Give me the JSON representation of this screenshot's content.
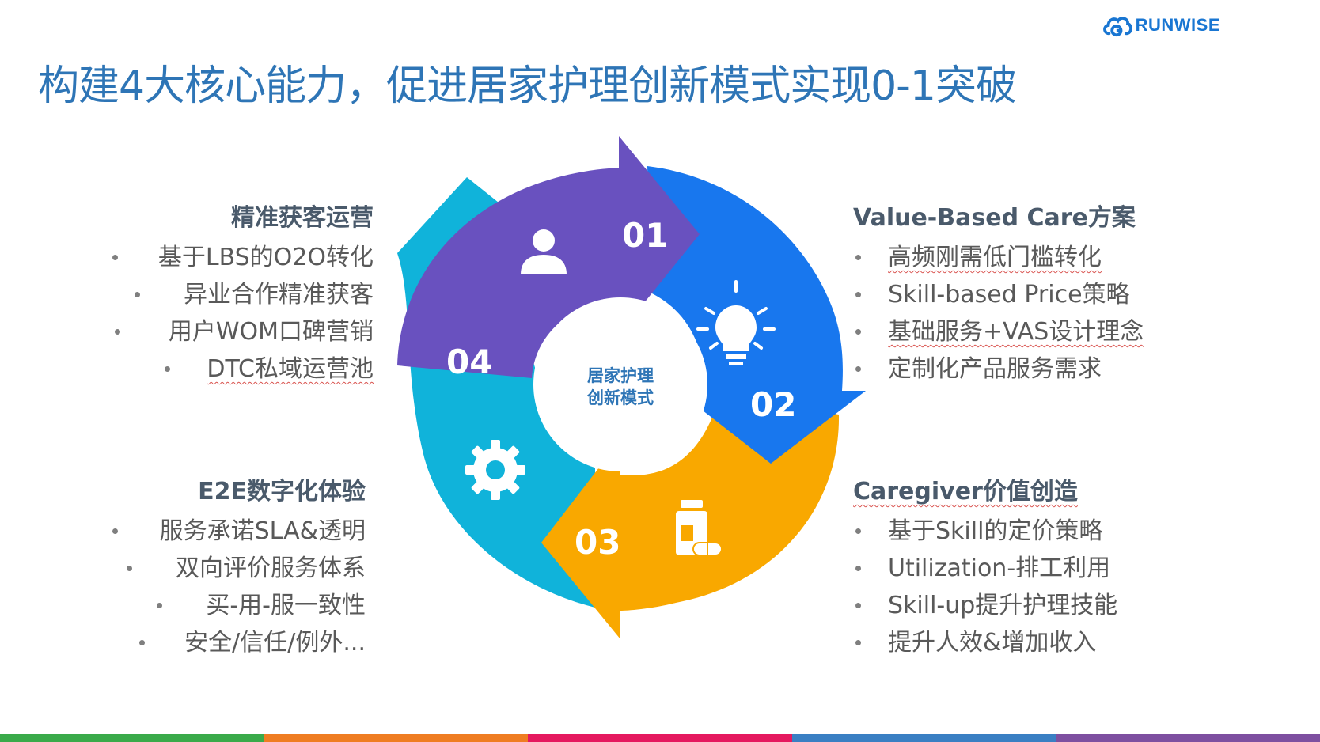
{
  "logo": {
    "text": "RUNWISE"
  },
  "title": "构建4大核心能力，促进居家护理创新模式实现0-1突破",
  "center": {
    "line1": "居家护理",
    "line2": "创新模式"
  },
  "steps": [
    {
      "num": "01",
      "color": "#6951bf",
      "icon": "user-icon"
    },
    {
      "num": "02",
      "color": "#1877ee",
      "icon": "lightbulb-icon"
    },
    {
      "num": "03",
      "color": "#f9a800",
      "icon": "medicine-bottle-icon"
    },
    {
      "num": "04",
      "color": "#10b3da",
      "icon": "gear-icon"
    }
  ],
  "sections": {
    "top_left": {
      "heading": "精准获客运营",
      "items": [
        "基于LBS的O2O转化",
        "异业合作精准获客",
        "用户WOM口碑营销",
        "DTC私域运营池"
      ]
    },
    "top_right": {
      "heading": "Value-Based Care方案",
      "items": [
        "高频刚需低门槛转化",
        "Skill-based Price策略",
        "基础服务+VAS设计理念",
        "定制化产品服务需求"
      ]
    },
    "bottom_left": {
      "heading": "E2E数字化体验",
      "items": [
        "服务承诺SLA&透明",
        "双向评价服务体系",
        "买-用-服一致性",
        "安全/信任/例外..."
      ]
    },
    "bottom_right": {
      "heading": "Caregiver价值创造",
      "items": [
        "基于Skill的定价策略",
        "Utilization-排工利用",
        "Skill-up提升护理技能",
        "提升人效&增加收入"
      ]
    }
  },
  "bottom_bar_colors": [
    "#3aaa4a",
    "#ef7d22",
    "#e5195f",
    "#3a7fc3",
    "#7e4fa0"
  ]
}
